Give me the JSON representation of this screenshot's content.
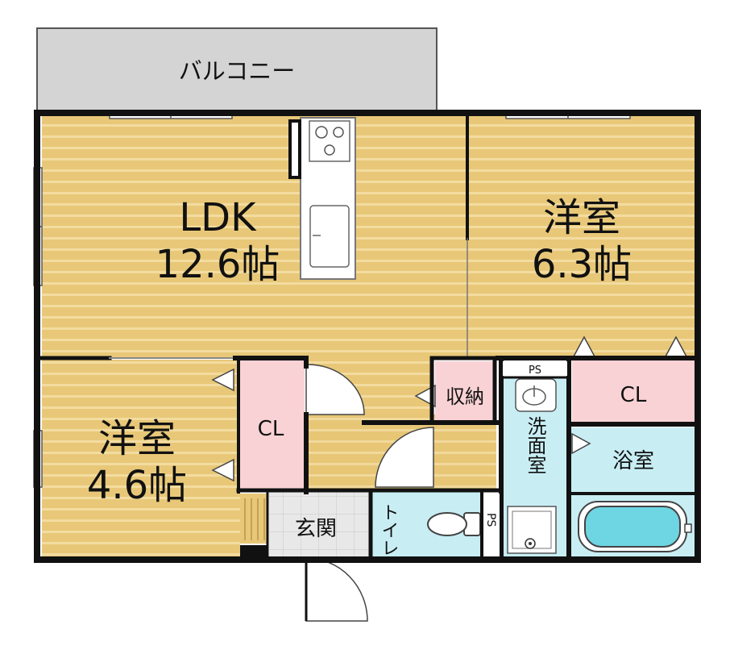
{
  "rooms": {
    "balcony": {
      "label": "バルコニー"
    },
    "ldk": {
      "label": "LDK",
      "size": "12.6帖"
    },
    "western_room_1": {
      "label": "洋室",
      "size": "6.3帖"
    },
    "western_room_2": {
      "label": "洋室",
      "size": "4.6帖"
    },
    "closet_1": {
      "label": "CL"
    },
    "closet_2": {
      "label": "CL"
    },
    "storage": {
      "label": "収納"
    },
    "washroom": {
      "label": "洗面室"
    },
    "bathroom": {
      "label": "浴室"
    },
    "toilet": {
      "label": "トイレ"
    },
    "entrance": {
      "label": "玄関"
    },
    "ps_top": {
      "label": "PS"
    },
    "ps_side": {
      "label": "PS"
    }
  },
  "colors": {
    "floor_wood": "#e8c878",
    "floor_stripe": "#f3dca0",
    "closet": "#f9d2d5",
    "wet_area": "#c8eef4",
    "balcony": "#d4d4d4",
    "entrance": "#e6e6e6",
    "wall": "#111111"
  }
}
